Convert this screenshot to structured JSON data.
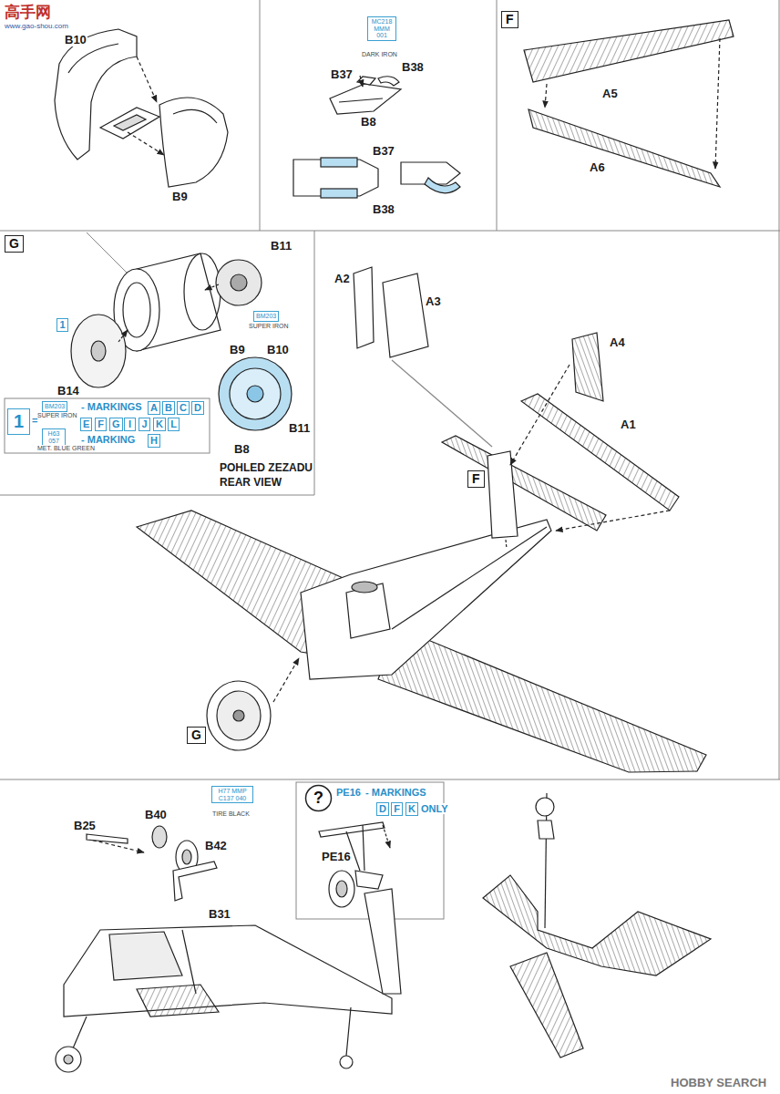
{
  "diagram": {
    "nodes": [
      {
        "text": [
          "F"
        ]
      },
      {
        "text": [
          "MC218 MMM 001"
        ]
      },
      {
        "text": [
          "G"
        ]
      },
      {
        "text": [
          "1"
        ]
      },
      {
        "text": [
          "BM203"
        ]
      },
      {
        "text": [
          "1"
        ]
      },
      {
        "text": [
          "BM203"
        ]
      },
      {
        "text": [
          "A"
        ]
      },
      {
        "text": [
          "B"
        ]
      },
      {
        "text": [
          "C"
        ]
      },
      {
        "text": [
          "D"
        ]
      },
      {
        "text": [
          "E"
        ]
      },
      {
        "text": [
          "F"
        ]
      },
      {
        "text": [
          "G"
        ]
      },
      {
        "text": [
          "I"
        ]
      },
      {
        "text": [
          "J"
        ]
      },
      {
        "text": [
          "K"
        ]
      },
      {
        "text": [
          "L"
        ]
      },
      {
        "text": [
          "H63 057"
        ]
      },
      {
        "text": [
          "H"
        ]
      },
      {
        "text": [
          "F"
        ]
      },
      {
        "text": [
          "G"
        ]
      },
      {
        "text": [
          "H77 MMP C137 040"
        ]
      },
      {
        "text": [
          "?"
        ]
      },
      {
        "text": [
          "D"
        ]
      },
      {
        "text": [
          "F"
        ]
      },
      {
        "text": [
          "K"
        ]
      }
    ],
    "labels": [
      "高手网",
      "www.gao-shou.com",
      "B10",
      "B9",
      "DARK IRON",
      "B37",
      "B38",
      "B8",
      "B37",
      "B38",
      "A5",
      "A6",
      "B11",
      "SUPER IRON",
      "B14",
      "B9",
      "B10",
      "B11",
      "B8",
      "POHLED ZEZADU",
      "REAR VIEW",
      "=",
      "SUPER IRON",
      "- MARKINGS",
      "- MARKING",
      "MET. BLUE GREEN",
      "A2",
      "A3",
      "A4",
      "A1",
      "PE16",
      "- MARKINGS",
      "ONLY",
      "B25",
      "B40",
      "TIRE BLACK",
      "B42",
      "B31",
      "PE16",
      "HOBBY SEARCH"
    ]
  }
}
